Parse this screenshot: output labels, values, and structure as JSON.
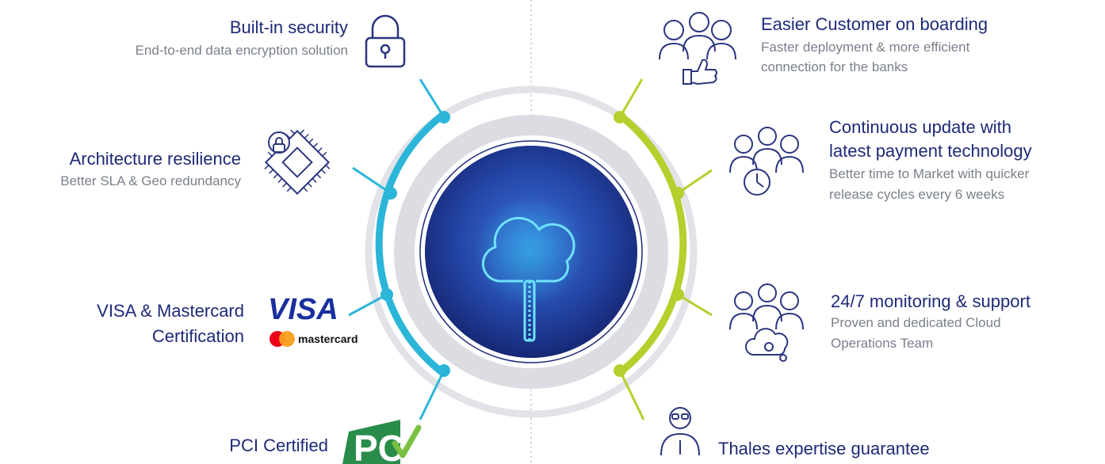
{
  "colors": {
    "title": "#1e2a78",
    "subtitle": "#7a7f8c",
    "left_accent": "#2bb6d9",
    "right_accent": "#b5cf2c",
    "ring_gray": "#dcdde2",
    "core_dark": "#1a2a7a",
    "core_light": "#3a73d8",
    "glow": "#33c6ee",
    "icon_stroke": "#2b3580",
    "visa_blue": "#1a2f9e",
    "mc_red": "#eb001b",
    "mc_orange": "#f79e1b",
    "pci_green": "#2a8c4a",
    "check_green": "#7ac142"
  },
  "center": {
    "icon": "cloud-icon"
  },
  "left_features": [
    {
      "title": "Built-in security",
      "subtitle": "End-to-end data encryption solution",
      "icon": "padlock-icon"
    },
    {
      "title": "Architecture resilience",
      "subtitle": "Better SLA & Geo redundancy",
      "icon": "secure-chip-icon"
    },
    {
      "title_line1": "VISA & Mastercard",
      "title_line2": "Certification",
      "visa_logo": "VISA",
      "mastercard_logo": "mastercard"
    },
    {
      "title": "PCI Certified",
      "pci_logo": "PCI"
    }
  ],
  "right_features": [
    {
      "title": "Easier Customer on boarding",
      "subtitle_line1": "Faster deployment & more efficient",
      "subtitle_line2": "connection for the banks",
      "icon": "team-thumbs-up-icon"
    },
    {
      "title_line1": "Continuous update with",
      "title_line2": "latest payment technology",
      "subtitle_line1": "Better time to Market with quicker",
      "subtitle_line2": "release cycles every 6 weeks",
      "icon": "team-clock-icon"
    },
    {
      "title": "24/7 monitoring & support",
      "subtitle_line1": "Proven and dedicated Cloud",
      "subtitle_line2": "Operations Team",
      "icon": "team-cloud-gear-icon"
    },
    {
      "title": "Thales expertise guarantee",
      "icon": "expert-person-icon"
    }
  ]
}
